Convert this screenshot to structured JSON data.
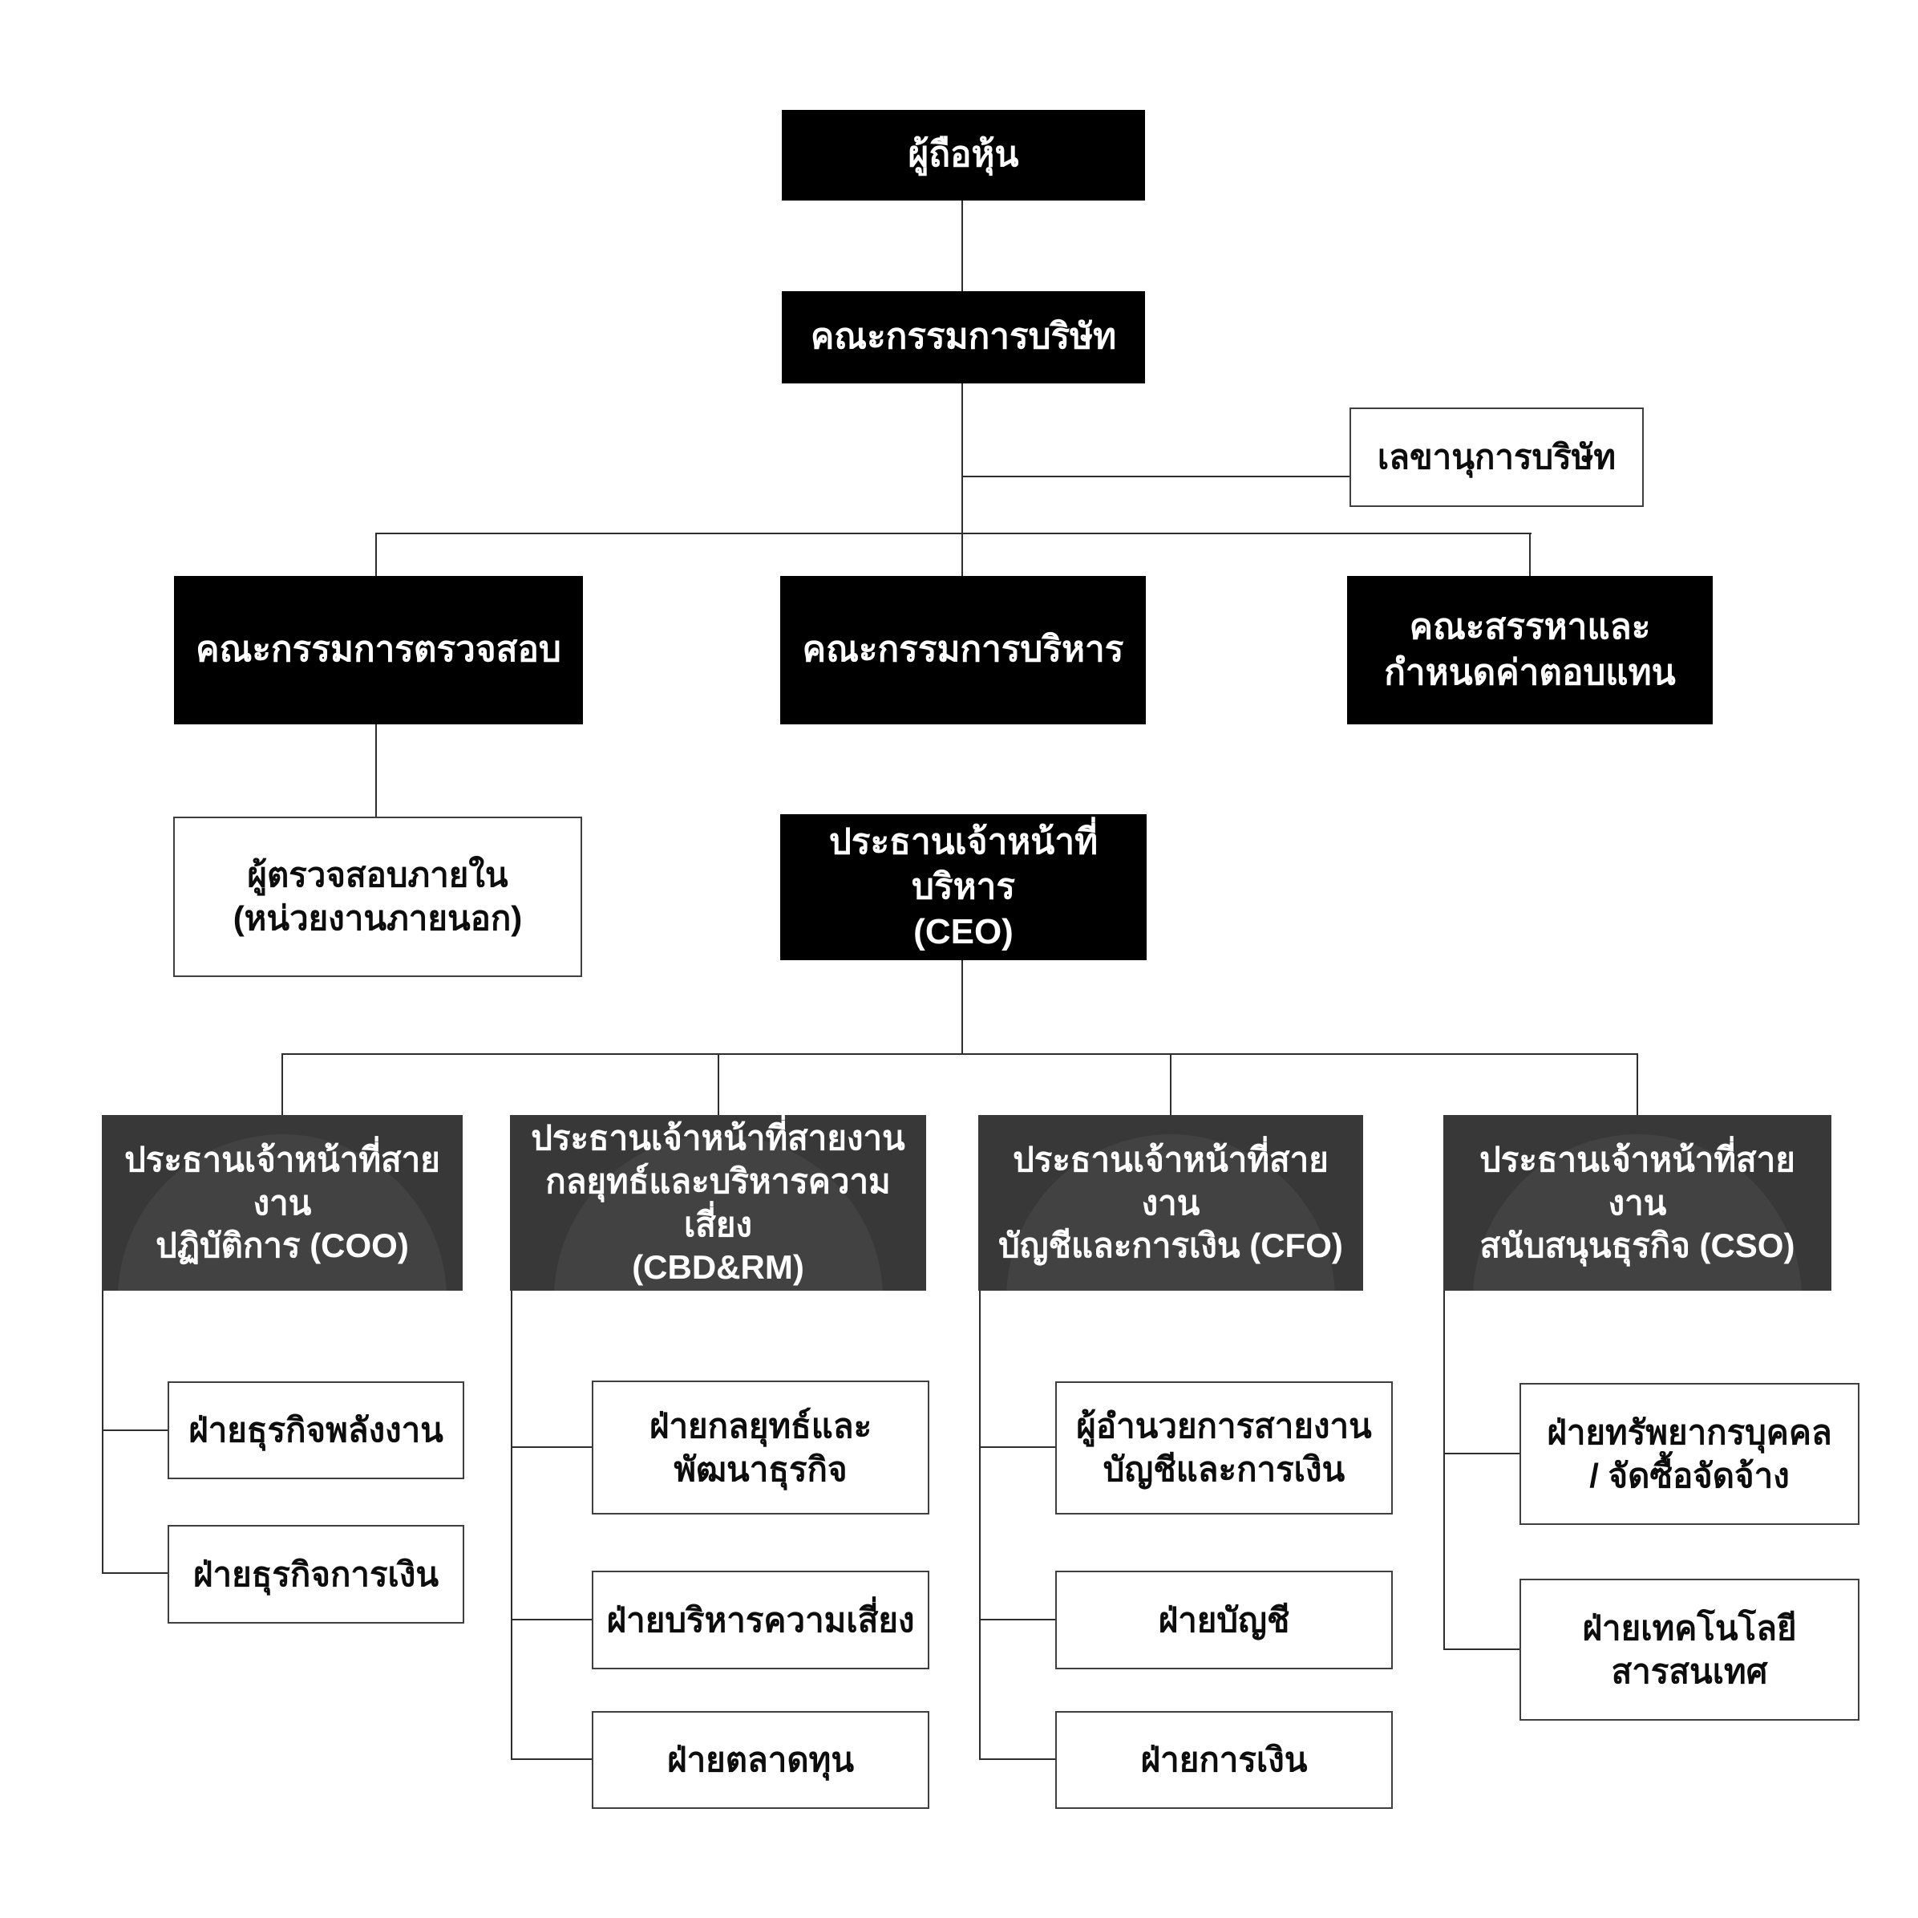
{
  "diagram_type": "organization-chart",
  "colors": {
    "primary_box": "#000000",
    "executive_box": "#383838",
    "plain_box_background": "#ffffff",
    "plain_box_border": "#3f3f3f",
    "connector_line": "#2e2e2e",
    "text_on_dark": "#ffffff",
    "text_on_light": "#0d0d0d"
  },
  "nodes": {
    "shareholders": "ผู้ถือหุ้น",
    "board_of_directors": "คณะกรรมการบริษัท",
    "company_secretary": "เลขานุการบริษัท",
    "audit_committee": "คณะกรรมการตรวจสอบ",
    "executive_committee": "คณะกรรมการบริหาร",
    "nomination_remuneration_committee": "คณะสรรหาและ\nกำหนดค่าตอบแทน",
    "internal_auditor": "ผู้ตรวจสอบภายใน\n(หน่วยงานภายนอก)",
    "ceo": "ประธานเจ้าหน้าที่บริหาร\n(CEO)",
    "coo": "ประธานเจ้าหน้าที่สายงาน\nปฏิบัติการ (COO)",
    "cbdrm": "ประธานเจ้าหน้าที่สายงาน\nกลยุทธ์และบริหารความเสี่ยง\n(CBD&RM)",
    "cfo": "ประธานเจ้าหน้าที่สายงาน\nบัญชีและการเงิน (CFO)",
    "cso": "ประธานเจ้าหน้าที่สายงาน\nสนับสนุนธุรกิจ (CSO)",
    "coo_departments": [
      "ฝ่ายธุรกิจพลังงาน",
      "ฝ่ายธุรกิจการเงิน"
    ],
    "cbdrm_departments": [
      "ฝ่ายกลยุทธ์และ\nพัฒนาธุรกิจ",
      "ฝ่ายบริหารความเสี่ยง",
      "ฝ่ายตลาดทุน"
    ],
    "cfo_departments": [
      "ผู้อำนวยการสายงาน\nบัญชีและการเงิน",
      "ฝ่ายบัญชี",
      "ฝ่ายการเงิน"
    ],
    "cso_departments": [
      "ฝ่ายทรัพยากรบุคคล\n/ จัดซื้อจัดจ้าง",
      "ฝ่ายเทคโนโลยี\nสารสนเทศ"
    ]
  }
}
